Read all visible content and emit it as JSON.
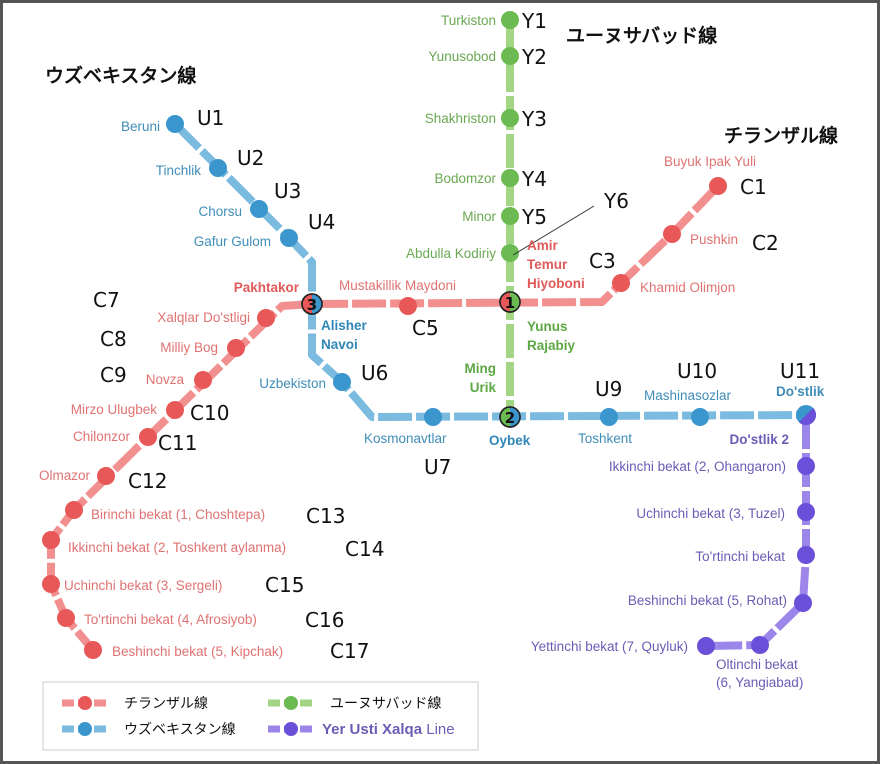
{
  "titles": {
    "uzbekistan": "ウズベキスタン線",
    "yunusobod": "ユーヌサバッド線",
    "chilanzar": "チランザル線"
  },
  "colors": {
    "chilanzar_line": "#f29090",
    "chilanzar_dot": "#e95858",
    "chilanzar_text": "#e07272",
    "uzbekistan_line": "#7cbbe0",
    "uzbekistan_dot": "#3b96cd",
    "uzbekistan_text": "#3f8db8",
    "yunusobod_line": "#a2d684",
    "yunusobod_dot": "#6cbb52",
    "yunusobod_text": "#6aa852",
    "circle_line": "#9d86ea",
    "circle_dot": "#6a4fd9",
    "circle_text": "#6c5cb5"
  },
  "chilanzar": [
    {
      "name": "Buyuk Ipak Yuli",
      "code": "C1"
    },
    {
      "name": "Pushkin",
      "code": "C2"
    },
    {
      "name": "Khamid Olimjon",
      "code": "C3"
    },
    {
      "name": "Mustakillik Maydoni",
      "code": "C5"
    },
    {
      "name": "Xalqlar Do'stligi",
      "code": "C7"
    },
    {
      "name": "Milliy Bog",
      "code": "C8"
    },
    {
      "name": "Novza",
      "code": "C9"
    },
    {
      "name": "Mirzo Ulugbek",
      "code": "C10"
    },
    {
      "name": "Chilonzor",
      "code": "C11"
    },
    {
      "name": "Olmazor",
      "code": "C12"
    },
    {
      "name": "Birinchi bekat (1, Choshtepa)",
      "code": "C13"
    },
    {
      "name": "Ikkinchi bekat (2, Toshkent aylanma)",
      "code": "C14"
    },
    {
      "name": "Uchinchi bekat (3, Sergeli)",
      "code": "C15"
    },
    {
      "name": "To'rtinchi bekat (4, Afrosiyob)",
      "code": "C16"
    },
    {
      "name": "Beshinchi bekat (5, Kipchak)",
      "code": "C17"
    }
  ],
  "uzbekistan": [
    {
      "name": "Beruni",
      "code": "U1"
    },
    {
      "name": "Tinchlik",
      "code": "U2"
    },
    {
      "name": "Chorsu",
      "code": "U3"
    },
    {
      "name": "Gafur Gulom",
      "code": "U4"
    },
    {
      "name": "Uzbekiston",
      "code": "U6"
    },
    {
      "name": "Kosmonavtlar",
      "code": "U7"
    },
    {
      "name": "Toshkent",
      "code": "U9"
    },
    {
      "name": "Mashinasozlar",
      "code": "U10"
    },
    {
      "name": "Do'stlik",
      "code": "U11"
    }
  ],
  "yunusobod": [
    {
      "name": "Turkiston",
      "code": "Y1"
    },
    {
      "name": "Yunusobod",
      "code": "Y2"
    },
    {
      "name": "Shakhriston",
      "code": "Y3"
    },
    {
      "name": "Bodomzor",
      "code": "Y4"
    },
    {
      "name": "Minor",
      "code": "Y5"
    },
    {
      "name": "Abdulla Kodiriy",
      "code": "Y6"
    }
  ],
  "circle": [
    {
      "name": "Do'stlik 2"
    },
    {
      "name": "Ikkinchi bekat (2, Ohangaron)"
    },
    {
      "name": "Uchinchi bekat (3, Tuzel)"
    },
    {
      "name": "To'rtinchi bekat"
    },
    {
      "name": "Beshinchi bekat (5, Rohat)"
    },
    {
      "name": "Oltinchi bekat\n(6, Yangiabad)"
    },
    {
      "name": "Yettinchi bekat (7, Quyluk)"
    }
  ],
  "interchanges": [
    {
      "number": "1",
      "names": [
        "Amir\nTemur\nHiyoboni",
        "Yunus\nRajabiy"
      ]
    },
    {
      "number": "3",
      "names": [
        "Pakhtakor",
        "Alisher\nNavoi"
      ]
    },
    {
      "number": "2",
      "names": [
        "Ming\nUrik",
        "Oybek"
      ]
    }
  ],
  "legend": [
    {
      "label": "チランザル線"
    },
    {
      "label": "ユーヌサバッド線"
    },
    {
      "label": "ウズベキスタン線"
    },
    {
      "label_bold": "Yer Usti Xalqa",
      "label_rest": " Line"
    }
  ]
}
